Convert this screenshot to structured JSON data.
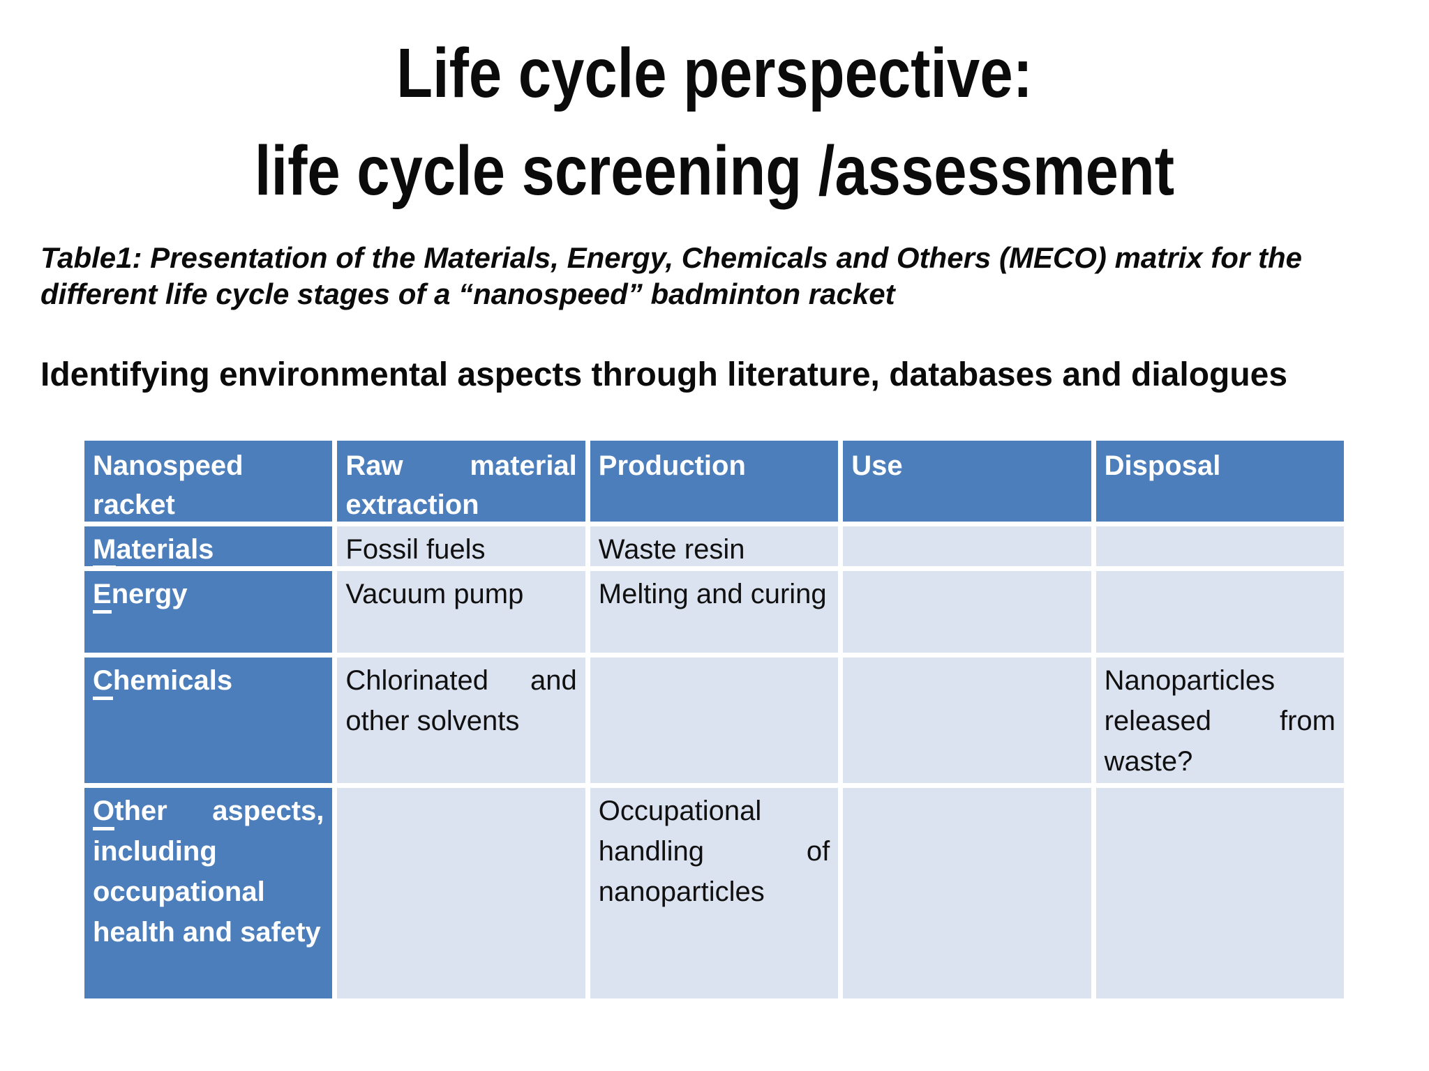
{
  "title": {
    "line1": "Life cycle perspective:",
    "line2": "life cycle screening /assessment"
  },
  "caption": "Table1: Presentation of the Materials, Energy, Chemicals and Others (MECO) matrix for the different life cycle stages of a “nanospeed” badminton racket",
  "subheading": "Identifying environmental aspects through literature, databases and dialogues",
  "colors": {
    "header_blue": "#4d7ebc",
    "body_cell_light_blue": "#dce3f0",
    "grid_line": "#ffffff",
    "header_text": "#ffffff",
    "body_text": "#000000"
  },
  "table": {
    "headers": [
      "Nanospeed racket",
      "Raw material extraction",
      "Production",
      "Use",
      "Disposal"
    ],
    "rows": [
      {
        "label_first": "M",
        "label_rest": "aterials",
        "cells": [
          "Fossil fuels",
          "Waste resin",
          "",
          ""
        ]
      },
      {
        "label_first": "E",
        "label_rest": "nergy",
        "cells": [
          "Vacuum pump",
          "Melting and curing",
          "",
          ""
        ]
      },
      {
        "label_first": "C",
        "label_rest": "hemicals",
        "cells": [
          "Chlorinated and other solvents",
          "",
          "",
          "Nanoparticles released from waste?"
        ]
      },
      {
        "label_first": "O",
        "label_rest": "ther aspects, including occupational health and safety",
        "cells": [
          "",
          "Occupational handling of nanoparticles",
          "",
          ""
        ]
      }
    ]
  }
}
